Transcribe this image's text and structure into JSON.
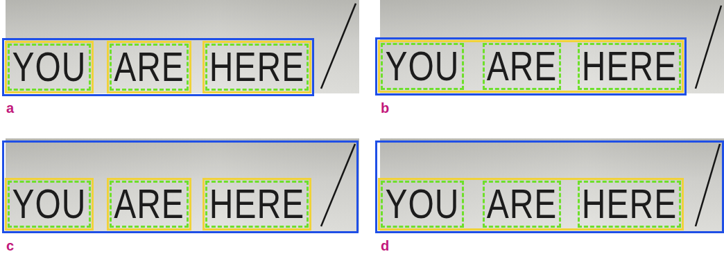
{
  "diagram": {
    "nodes": [
      {
        "text": []
      },
      {
        "text": [],
        "in": 0
      },
      {
        "text": [
          "YOU"
        ],
        "in": 1
      },
      {
        "text": [],
        "in": 0
      },
      {
        "text": [
          "ARE"
        ],
        "in": 3
      },
      {
        "text": [],
        "in": 0
      },
      {
        "text": [
          "HERE"
        ],
        "in": 5
      },
      {
        "text": []
      },
      {
        "text": [],
        "in": 7
      },
      {
        "text": [
          "YOU"
        ],
        "in": 8
      },
      {
        "text": [
          "ARE"
        ],
        "in": 8
      },
      {
        "text": [
          "HERE"
        ],
        "in": 8
      },
      {
        "text": []
      },
      {
        "text": [],
        "in": 12
      },
      {
        "text": [
          "YOU"
        ],
        "in": 13
      },
      {
        "text": [],
        "in": 12
      },
      {
        "text": [
          "ARE"
        ],
        "in": 15
      },
      {
        "text": [],
        "in": 12
      },
      {
        "text": [
          "HERE"
        ],
        "in": 17
      },
      {
        "text": []
      },
      {
        "text": [],
        "in": 19
      },
      {
        "text": [
          "YOU"
        ],
        "in": 20
      },
      {
        "text": [
          "ARE"
        ],
        "in": 20
      },
      {
        "text": [
          "HERE"
        ],
        "in": 20
      }
    ],
    "labels": [
      "a",
      "b",
      "c",
      "d"
    ]
  }
}
